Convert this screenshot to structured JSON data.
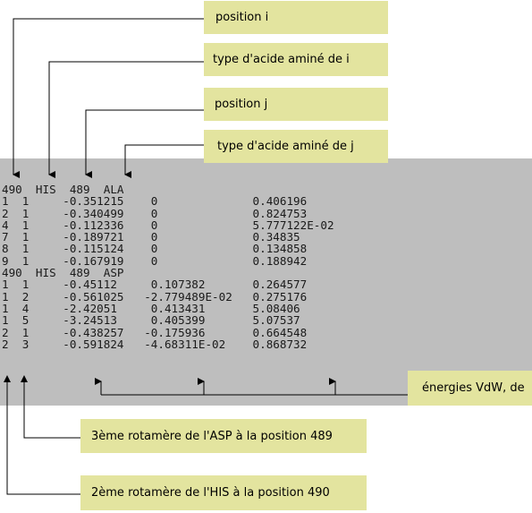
{
  "labels": {
    "position_i": "position i",
    "type_i_bold": "type d'acide aminé",
    "type_i_rest": " de i",
    "position_j": "position j",
    "type_j": "type d'acide aminé de j",
    "energies": "énergies VdW, de",
    "rotamer_asp": "3ème rotamère de l'ASP à la position 489",
    "rotamer_his": "2ème rotamère de l'HIS à la position 490"
  },
  "data_block": {
    "header1": "490  HIS  489  ALA",
    "rows1": [
      "1  1     -0.351215    0              0.406196",
      "2  1     -0.340499    0              0.824753",
      "4  1     -0.112336    0              5.777122E-02",
      "7  1     -0.189721    0              0.34835",
      "8  1     -0.115124    0              0.134858",
      "9  1     -0.167919    0              0.188942"
    ],
    "header2": "490  HIS  489  ASP",
    "rows2": [
      "1  1     -0.45112     0.107382       0.264577",
      "1  2     -0.561025   -2.779489E-02   0.275176",
      "1  4     -2.42051     0.413431       5.08406",
      "1  5     -3.24513     0.405399       5.07537",
      "2  1     -0.438257   -0.175936       0.664548",
      "2  3     -0.591824   -4.68311E-02    0.868732"
    ]
  },
  "colors": {
    "label_bg": "#e3e49f",
    "panel_bg": "#bebebe",
    "text": "#1a1a1a"
  }
}
